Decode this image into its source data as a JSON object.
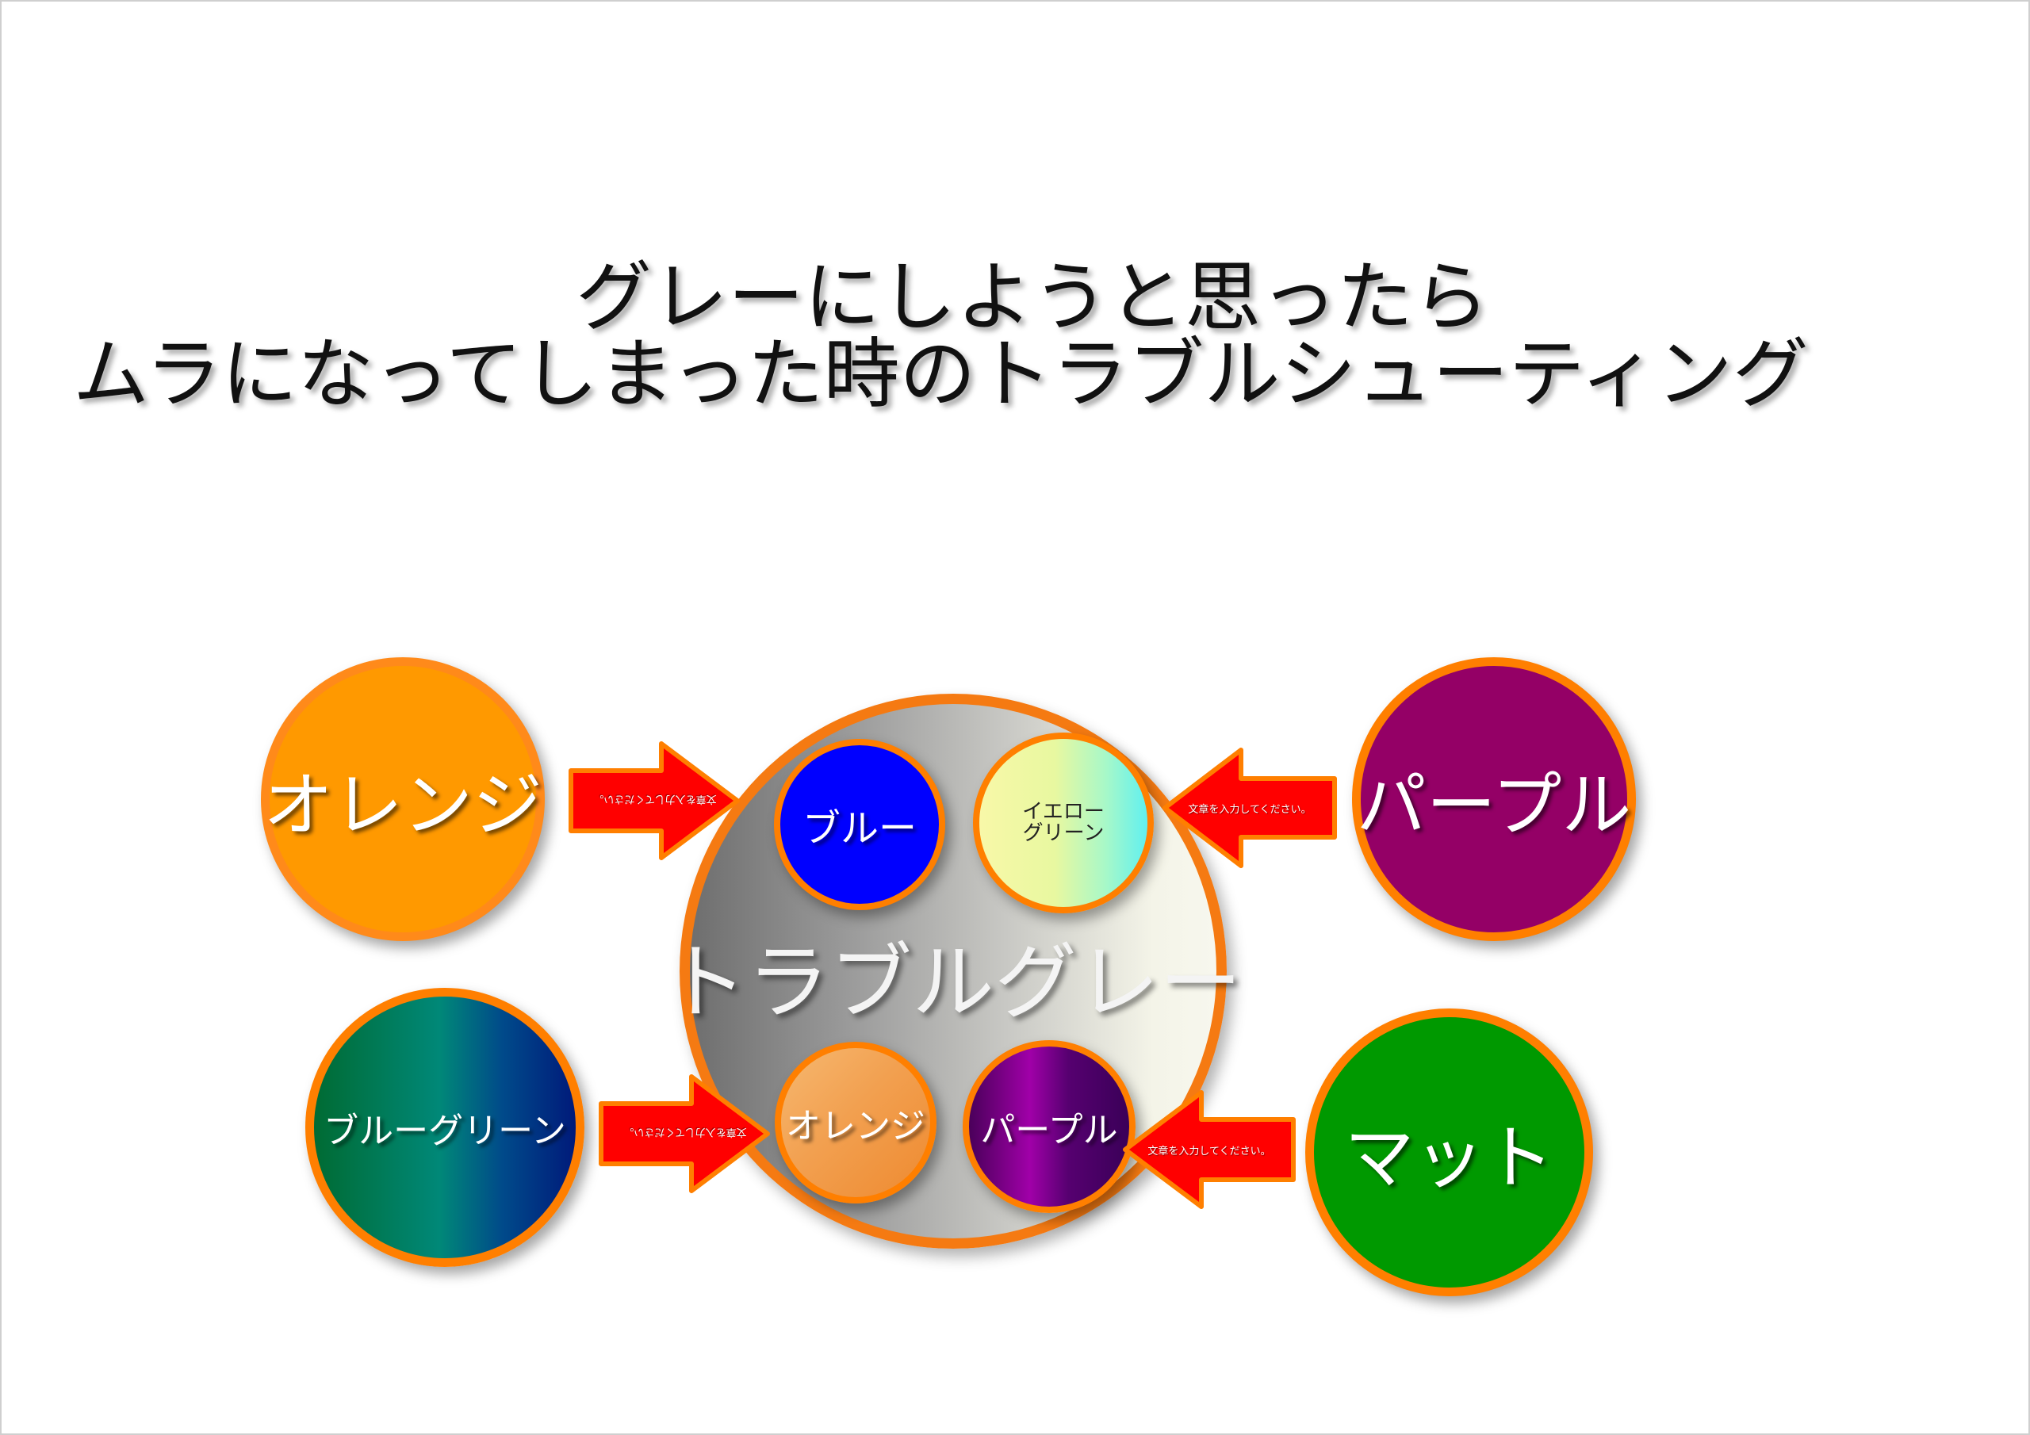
{
  "title": {
    "line1": "グレーにしようと思ったら",
    "line2": "ムラになってしまった時のトラブルシューティング"
  },
  "center": {
    "label": "トラブルグレー"
  },
  "outer": {
    "orange": "オレンジ",
    "purple": "パープル",
    "bluegreen": "ブルーグリーン",
    "matte": "マット"
  },
  "inner": {
    "blue": "ブルー",
    "yellowgreen_line1": "イエロー",
    "yellowgreen_line2": "グリーン",
    "orange": "オレンジ",
    "purple": "パープル"
  },
  "arrows": {
    "top_left": "文章を入力してください。",
    "top_right": "文章を入力してください。",
    "bottom_left": "文章を入力してください。",
    "bottom_right": "文章を入力してください。"
  },
  "colors": {
    "ring": "#ff7f00",
    "arrow": "#ff0000",
    "arrow_outline": "#ff7f00"
  }
}
